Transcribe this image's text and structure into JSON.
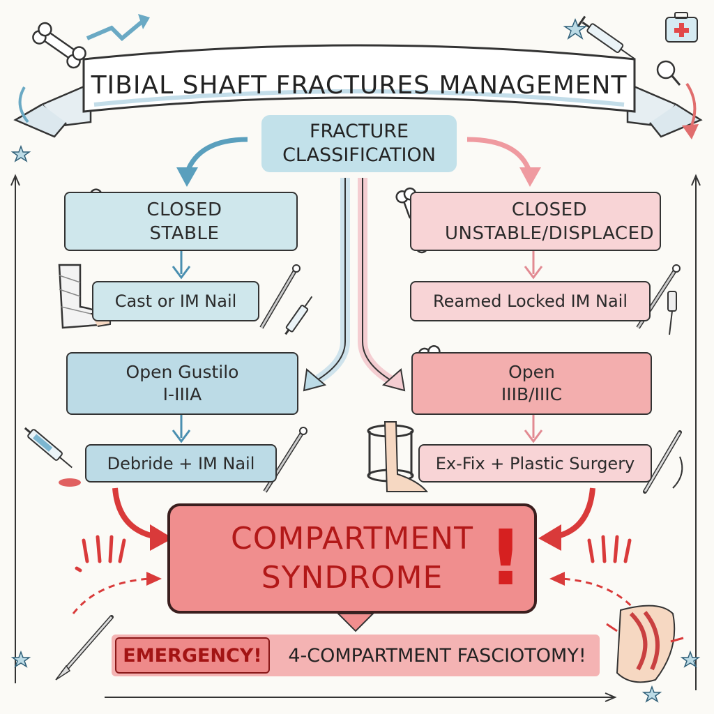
{
  "title": "TIBIAL SHAFT FRACTURES MANAGEMENT",
  "classification": {
    "line1": "FRACTURE",
    "line2": "CLASSIFICATION"
  },
  "left": {
    "closed": {
      "line1": "CLOSED",
      "line2": "STABLE"
    },
    "closed_tx": "Cast or IM Nail",
    "open": {
      "line1": "Open Gustilo",
      "line2": "I-IIIA"
    },
    "open_tx": "Debride + IM Nail"
  },
  "right": {
    "closed": {
      "line1": "CLOSED",
      "line2": "UNSTABLE/DISPLACED"
    },
    "closed_tx": "Reamed Locked IM Nail",
    "open": {
      "line1": "Open",
      "line2": "IIIB/IIIC"
    },
    "open_tx": "Ex-Fix + Plastic Surgery"
  },
  "compartment": {
    "line1": "COMPARTMENT",
    "line2": "SYNDROME",
    "mark": "!"
  },
  "emergency": "EMERGENCY!",
  "fasciotomy": "4-COMPARTMENT FASCIOTOMY!",
  "colors": {
    "blue": "#cfe7ec",
    "pink": "#f8d4d6",
    "red": "#f08e8e",
    "accent_red": "#d93a3a",
    "arrow_blue": "#4a8fb0",
    "check_green": "#3fae55"
  },
  "icons": [
    "bone-icon",
    "check-icon",
    "cast-leg-icon",
    "im-nail-icon",
    "syringe-icon",
    "water-drop-icon",
    "blood-drop-icon",
    "ex-fix-frame-icon",
    "scalpel-icon",
    "pressure-gauge-icon",
    "muscle-leg-icon",
    "first-aid-kit-icon",
    "magnifier-icon",
    "star-icon"
  ]
}
